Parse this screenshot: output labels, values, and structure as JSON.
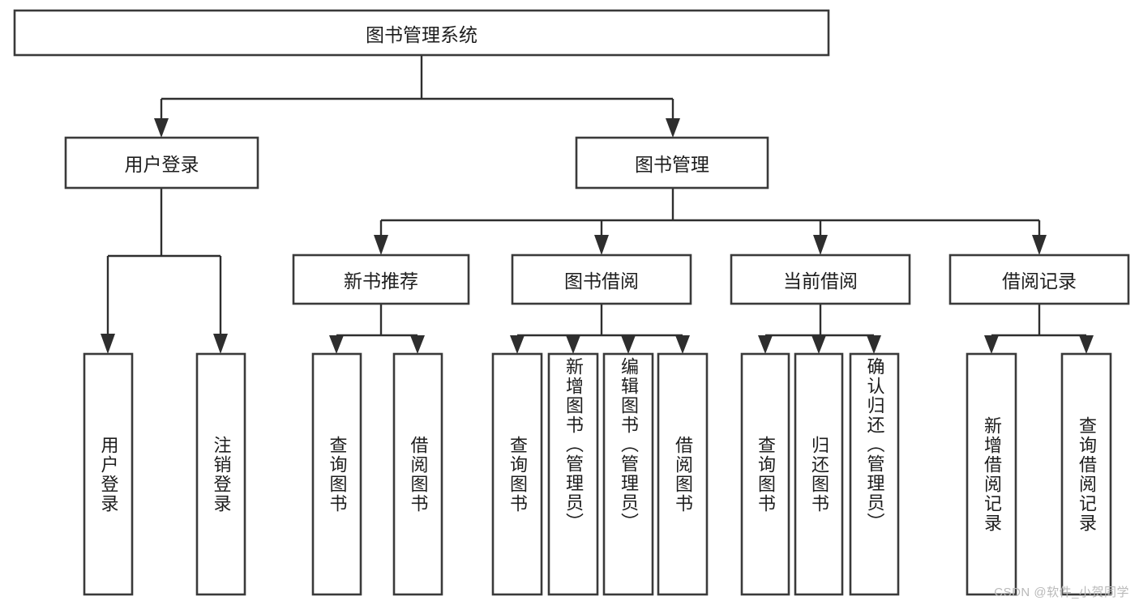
{
  "diagram": {
    "title": "图书管理系统",
    "type": "tree-hierarchy",
    "root": {
      "label": "图书管理系统"
    },
    "level2": [
      {
        "label": "用户登录"
      },
      {
        "label": "图书管理"
      }
    ],
    "level3": [
      {
        "label": "新书推荐"
      },
      {
        "label": "图书借阅"
      },
      {
        "label": "当前借阅"
      },
      {
        "label": "借阅记录"
      }
    ],
    "leaves": {
      "user_login": [
        {
          "label": "用户登录"
        },
        {
          "label": "注销登录"
        }
      ],
      "new_book_recommend": [
        {
          "label": "查询图书"
        },
        {
          "label": "借阅图书"
        }
      ],
      "book_borrow": [
        {
          "label": "查询图书"
        },
        {
          "label": "新增图书（管理员）"
        },
        {
          "label": "编辑图书（管理员）"
        },
        {
          "label": "借阅图书"
        }
      ],
      "current_borrow": [
        {
          "label": "查询图书"
        },
        {
          "label": "归还图书"
        },
        {
          "label": "确认归还（管理员）"
        }
      ],
      "borrow_record": [
        {
          "label": "新增借阅记录"
        },
        {
          "label": "查询借阅记录"
        }
      ]
    }
  },
  "watermark": {
    "text": "CSDN @软件_小贺同学"
  },
  "colors": {
    "box_stroke": "#3a3a3a",
    "edge": "#2e2e2e",
    "text": "#1d1d1d",
    "background": "#ffffff",
    "watermark": "#b9b9b9"
  }
}
